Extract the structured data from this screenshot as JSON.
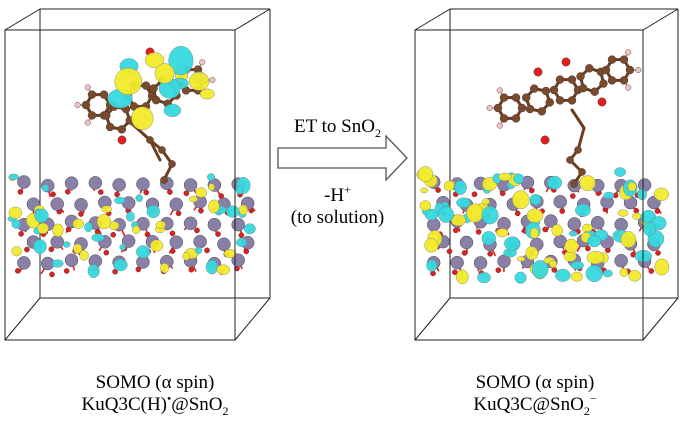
{
  "step_top": {
    "prefix": "ET to SnO",
    "sub": "2"
  },
  "step_bottom": {
    "line1_prefix": "-H",
    "line1_sup": "+",
    "line2": "(to solution)"
  },
  "left_caption": {
    "line1": "SOMO (α spin)",
    "line2_prefix": "KuQ3C(H)",
    "line2_sup": "•",
    "line2_mid": "@SnO",
    "line2_sub": "2"
  },
  "right_caption": {
    "line1": "SOMO (α spin)",
    "line2_prefix": "KuQ3C@SnO",
    "line2_sub": "2",
    "line2_sup": "−"
  },
  "colors": {
    "orbital_positive": "#f2ea2a",
    "orbital_negative": "#36d9df",
    "tin_atom": "#8a7fa6",
    "oxygen_atom": "#e02020",
    "carbon_atom": "#7a4a2a",
    "hydrogen_atom": "#f2c2c2",
    "box_edge": "#222222",
    "arrow_fill": "#ffffff",
    "arrow_stroke": "#555555"
  }
}
